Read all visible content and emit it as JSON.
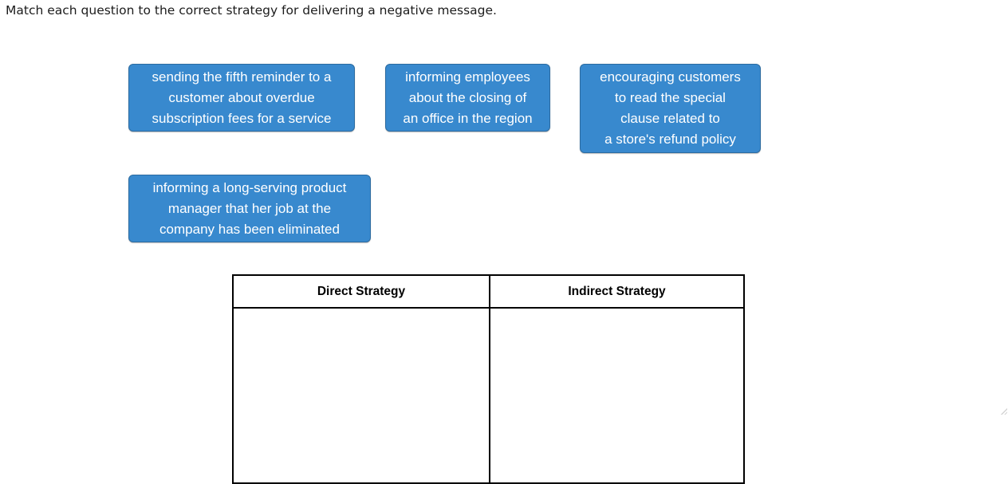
{
  "instruction": "Match each question to the correct strategy for delivering a negative message.",
  "tiles": [
    {
      "id": "overdue-subscription-reminder",
      "lines": [
        "sending the fifth reminder to a",
        "customer about overdue",
        "subscription fees for a service"
      ]
    },
    {
      "id": "office-closing",
      "lines": [
        "informing employees",
        "about the closing of",
        "an office in the region"
      ]
    },
    {
      "id": "refund-policy-clause",
      "lines": [
        "encouraging customers",
        "to read the special",
        "clause related to",
        "a store's refund policy"
      ]
    },
    {
      "id": "job-eliminated",
      "lines": [
        "informing a long-serving product",
        "manager that her job at the",
        "company has been eliminated"
      ]
    }
  ],
  "table": {
    "columns": [
      {
        "label": "Direct Strategy"
      },
      {
        "label": "Indirect Strategy"
      }
    ]
  },
  "colors": {
    "tile_background": "#3889ce",
    "tile_border": "#2c6ba0",
    "tile_text": "#ffffff",
    "table_border": "#000000",
    "instruction_text": "#1c1c1c"
  }
}
